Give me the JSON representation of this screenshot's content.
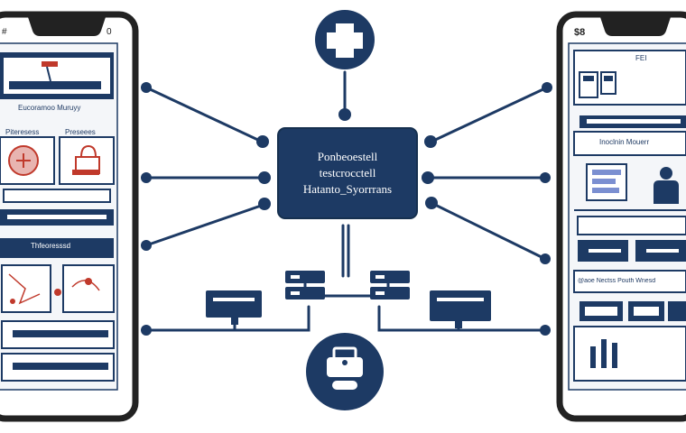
{
  "hub": {
    "lines": [
      "Ponbeoestell",
      "testcrocctell",
      "Hatanto_Syorrrans"
    ]
  },
  "left_phone": {
    "status_left": "#",
    "status_right": "0",
    "banner_label": "Eucoramoo Muruyy",
    "card_label_left": "Piteresess",
    "card_label_right": "Preseees",
    "section_header": "Thfeoresssd"
  },
  "right_phone": {
    "status_left": "$8",
    "top_label": "FEI",
    "banner_label": "Inoclnin Mouerr",
    "section_label": "@aoe Nectss Pouth Wnesd"
  },
  "colors": {
    "navy": "#1d3a64",
    "navy_dark": "#16304f",
    "accent_red": "#c0392b",
    "outline": "#222222"
  }
}
